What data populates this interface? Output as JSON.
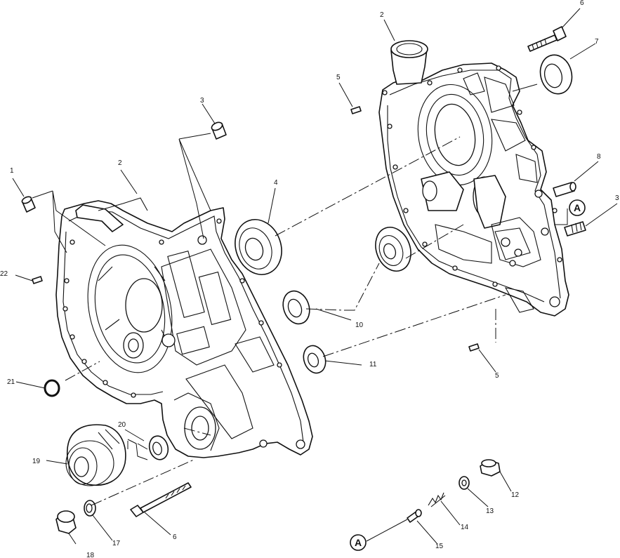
{
  "callouts": {
    "a_top": "A",
    "a_bottom": "A"
  },
  "labels": [
    {
      "id": "l1",
      "text": "1"
    },
    {
      "id": "l2a",
      "text": "2"
    },
    {
      "id": "l2b",
      "text": "2"
    },
    {
      "id": "l3a",
      "text": "3"
    },
    {
      "id": "l3b",
      "text": "3"
    },
    {
      "id": "l4",
      "text": "4"
    },
    {
      "id": "l5a",
      "text": "5"
    },
    {
      "id": "l5b",
      "text": "5"
    },
    {
      "id": "l6a",
      "text": "6"
    },
    {
      "id": "l6b",
      "text": "6"
    },
    {
      "id": "l7",
      "text": "7"
    },
    {
      "id": "l8",
      "text": "8"
    },
    {
      "id": "l10",
      "text": "10"
    },
    {
      "id": "l11",
      "text": "11"
    },
    {
      "id": "l12",
      "text": "12"
    },
    {
      "id": "l13",
      "text": "13"
    },
    {
      "id": "l14",
      "text": "14"
    },
    {
      "id": "l15",
      "text": "15"
    },
    {
      "id": "l17",
      "text": "17"
    },
    {
      "id": "l18",
      "text": "18"
    },
    {
      "id": "l19",
      "text": "19"
    },
    {
      "id": "l20",
      "text": "20"
    },
    {
      "id": "l21",
      "text": "21"
    },
    {
      "id": "l22",
      "text": "22"
    }
  ]
}
